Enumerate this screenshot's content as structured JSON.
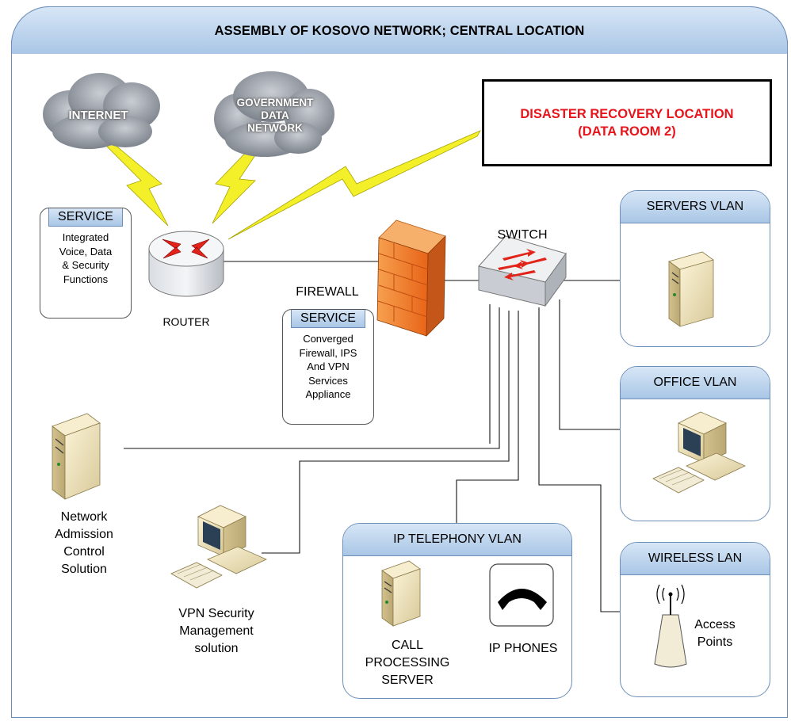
{
  "title": "ASSEMBLY OF KOSOVO NETWORK; CENTRAL LOCATION",
  "disaster_recovery": {
    "line1": "DISASTER RECOVERY LOCATION",
    "line2": "(DATA ROOM 2)"
  },
  "clouds": {
    "internet": "INTERNET",
    "gov_line1": "GOVERNMENT",
    "gov_line2": "DATA",
    "gov_line3": "NETWORK"
  },
  "router": {
    "label": "ROUTER",
    "service_title": "SERVICE",
    "service_lines": [
      "Integrated",
      "Voice, Data",
      "& Security",
      "Functions"
    ]
  },
  "firewall": {
    "label": "FIREWALL",
    "service_title": "SERVICE",
    "service_lines": [
      "Converged",
      "Firewall, IPS",
      "And VPN",
      "Services",
      "Appliance"
    ]
  },
  "switch": {
    "label": "SWITCH"
  },
  "vlans": {
    "servers": "SERVERS VLAN",
    "office": "OFFICE VLAN",
    "wireless": "WIRELESS LAN",
    "telephony": "IP TELEPHONY VLAN"
  },
  "access_points": {
    "line1": "Access",
    "line2": "Points"
  },
  "call_processing": {
    "line1": "CALL",
    "line2": "PROCESSING",
    "line3": "SERVER"
  },
  "ip_phones": "IP PHONES",
  "nac": {
    "line1": "Network",
    "line2": "Admission",
    "line3": "Control",
    "line4": "Solution"
  },
  "vpn_mgmt": {
    "line1": "VPN Security",
    "line2": "Management",
    "line3": "solution"
  },
  "colors": {
    "accent_blue": "#a9c6e6",
    "border_blue": "#6d8fb8",
    "alert_red": "#e8141b",
    "lightning": "#f3f02a"
  }
}
